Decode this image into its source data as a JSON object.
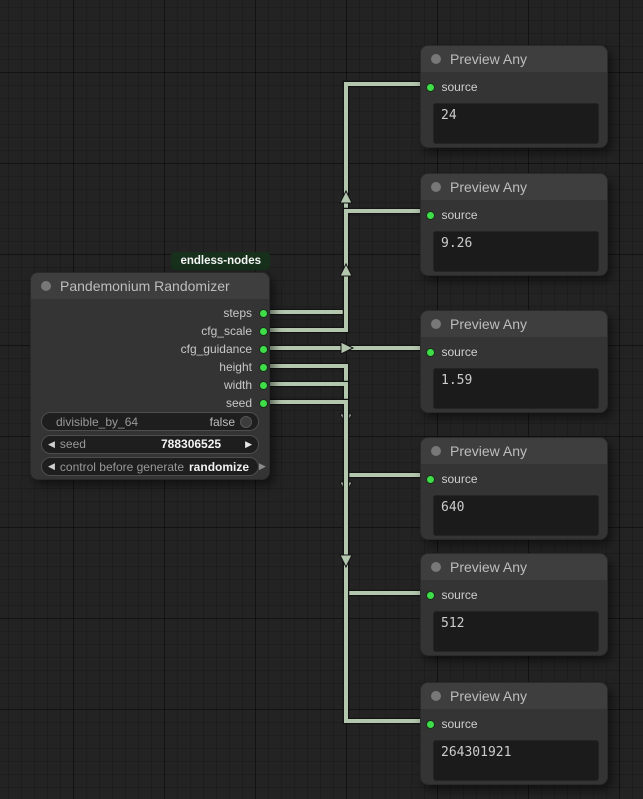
{
  "graph_badge": {
    "label": "endless-nodes"
  },
  "randomizer_node": {
    "title": "Pandemonium Randomizer",
    "outputs": [
      {
        "label": "steps"
      },
      {
        "label": "cfg_scale"
      },
      {
        "label": "cfg_guidance"
      },
      {
        "label": "height"
      },
      {
        "label": "width"
      },
      {
        "label": "seed"
      }
    ],
    "widgets": {
      "divisible_by_64": {
        "label": "divisible_by_64",
        "value": "false"
      },
      "seed": {
        "label": "seed",
        "value": "788306525",
        "left_arrow": "◀",
        "right_arrow": "▶"
      },
      "control_before_generate": {
        "label": "control before generate",
        "value": "randomize",
        "left_arrow": "◀",
        "right_arrow": "▶"
      }
    }
  },
  "preview_nodes": [
    {
      "title": "Preview Any",
      "input_label": "source",
      "value": "24"
    },
    {
      "title": "Preview Any",
      "input_label": "source",
      "value": "9.26"
    },
    {
      "title": "Preview Any",
      "input_label": "source",
      "value": "1.59"
    },
    {
      "title": "Preview Any",
      "input_label": "source",
      "value": "640"
    },
    {
      "title": "Preview Any",
      "input_label": "source",
      "value": "512"
    },
    {
      "title": "Preview Any",
      "input_label": "source",
      "value": "264301921"
    }
  ],
  "links": [
    {
      "from_output": "steps",
      "to_preview_index": 0
    },
    {
      "from_output": "cfg_scale",
      "to_preview_index": 1
    },
    {
      "from_output": "cfg_guidance",
      "to_preview_index": 2
    },
    {
      "from_output": "height",
      "to_preview_index": 3
    },
    {
      "from_output": "width",
      "to_preview_index": 4
    },
    {
      "from_output": "seed",
      "to_preview_index": 5
    }
  ],
  "colors": {
    "wire": "#b3c6ae",
    "slot_green": "#3fdd4a",
    "badge_bg": "#16301b",
    "node_body": "#343434",
    "node_titlebar": "#3e3e3e",
    "textbox_bg": "#1b1b1b",
    "canvas_bg": "#232323"
  }
}
